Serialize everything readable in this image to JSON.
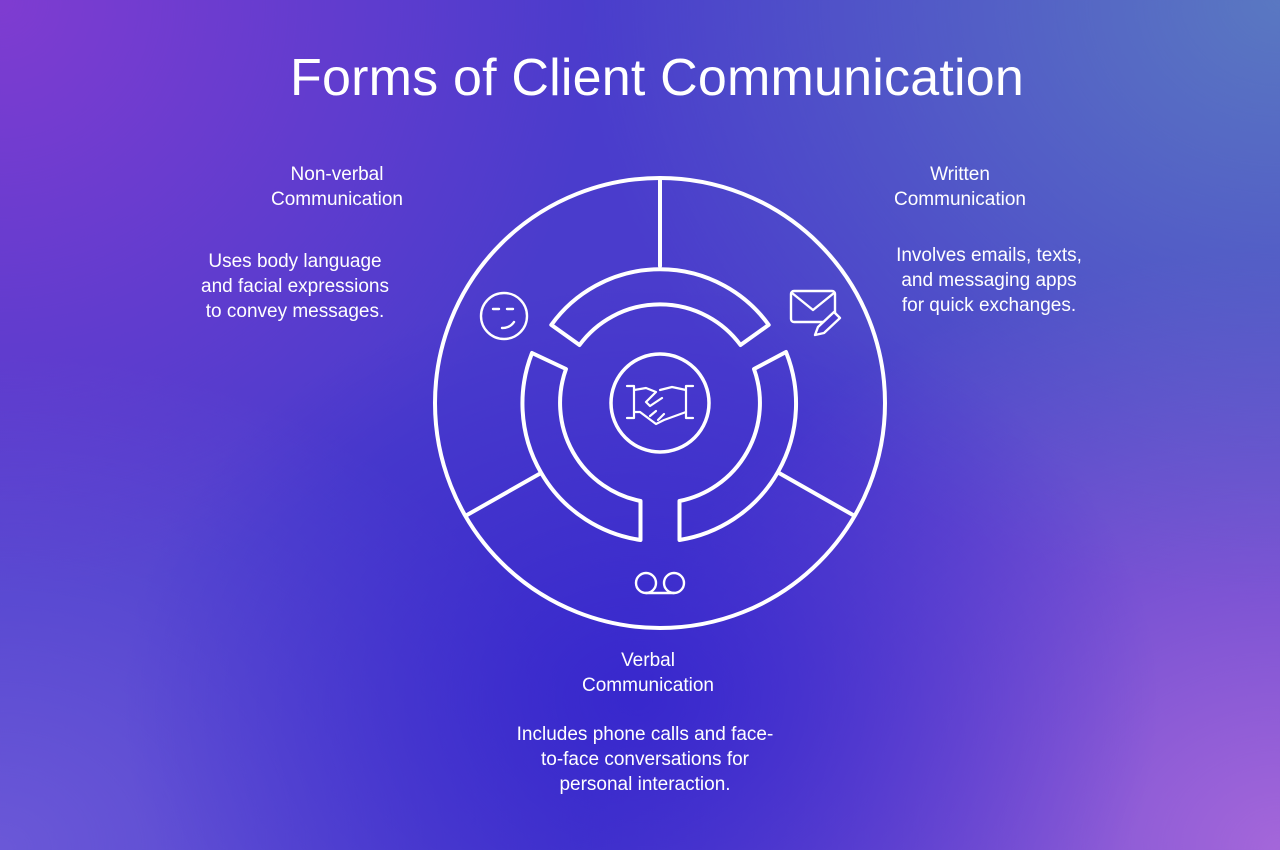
{
  "title": "Forms of Client Communication",
  "center_icon": "handshake-icon",
  "segments": [
    {
      "id": "non-verbal",
      "label_lines": [
        "Non-verbal",
        "Communication"
      ],
      "description_lines": [
        "Uses body language",
        "and facial expressions",
        "to convey messages."
      ],
      "icon": "face-icon"
    },
    {
      "id": "written",
      "label_lines": [
        "Written",
        "Communication"
      ],
      "description_lines": [
        "Involves emails, texts,",
        "and messaging apps",
        "for quick exchanges."
      ],
      "icon": "envelope-pencil-icon"
    },
    {
      "id": "verbal",
      "label_lines": [
        "Verbal",
        "Communication"
      ],
      "description_lines": [
        "Includes phone calls and face-",
        "to-face conversations for",
        "personal interaction."
      ],
      "icon": "voicemail-icon"
    }
  ]
}
